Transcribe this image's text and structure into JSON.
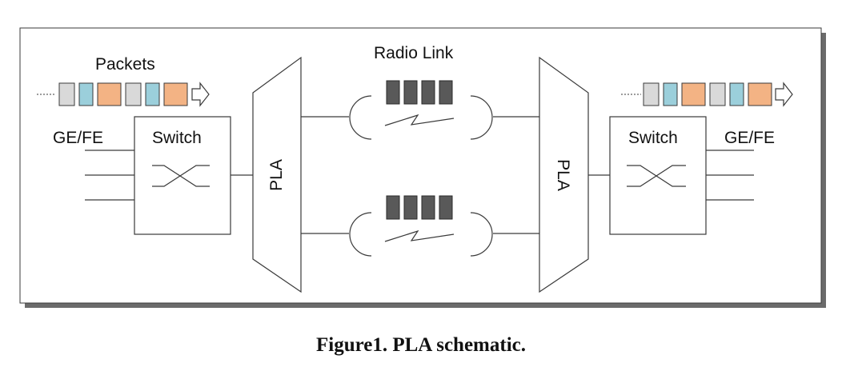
{
  "labels": {
    "packets": "Packets",
    "radio_link": "Radio Link",
    "ge_fe_left": "GE/FE",
    "ge_fe_right": "GE/FE",
    "switch_left": "Switch",
    "switch_right": "Switch",
    "pla_left": "PLA",
    "pla_right": "PLA"
  },
  "caption": "Figure1. PLA schematic.",
  "colors": {
    "packet_gray": "#d9d9d9",
    "packet_blue": "#9bcfdb",
    "packet_orange": "#f3b384",
    "radio_block": "#595959",
    "line": "#3a3a3a",
    "frame_shadow": "#6b6b6b"
  },
  "packet_stream_left": [
    "packet_gray",
    "packet_blue",
    "packet_orange",
    "packet_gray",
    "packet_blue",
    "packet_orange"
  ],
  "packet_stream_right": [
    "packet_gray",
    "packet_blue",
    "packet_orange",
    "packet_gray",
    "packet_blue",
    "packet_orange"
  ],
  "radio_channels": [
    {
      "blocks": 4,
      "icon": "lightning-bolt-icon"
    },
    {
      "blocks": 4,
      "icon": "lightning-bolt-icon"
    }
  ]
}
